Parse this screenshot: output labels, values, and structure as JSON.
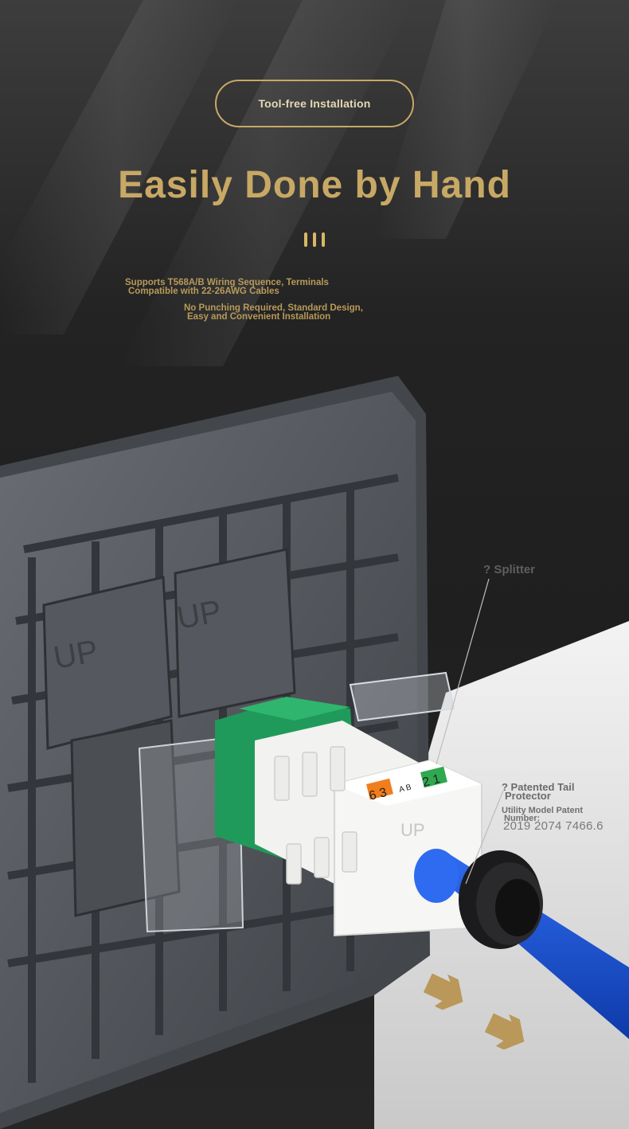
{
  "header": {
    "pill_label": "Tool-free Installation",
    "headline": "Easily Done by Hand"
  },
  "features": [
    {
      "line1": "Supports T568A/B Wiring Sequence, Terminals",
      "line2": "Compatible with 22-26AWG Cables"
    },
    {
      "line1": "No Punching Required, Standard Design,",
      "line2": "Easy and Convenient Installation"
    }
  ],
  "callouts": {
    "splitter": "? Splitter",
    "tail_protector_line1": "? Patented Tail",
    "tail_protector_line2": "Protector",
    "utility_patent_line1": "Utility Model Patent",
    "utility_patent_line2": "Number:",
    "patent_number": "2019 2074 7466.6"
  },
  "product": {
    "up_label": "UP",
    "pin_labels_left": "6 3",
    "pin_labels_mid": "A B",
    "pin_labels_right": "2 1"
  },
  "colors": {
    "gold": "#c8a865",
    "background": "#232323",
    "panel": "#55585e",
    "keystone_white": "#f2f2f0",
    "keystone_green": "#1f9a5a",
    "cable_blue": "#1549c8",
    "arrow_gold": "#b9985a"
  }
}
